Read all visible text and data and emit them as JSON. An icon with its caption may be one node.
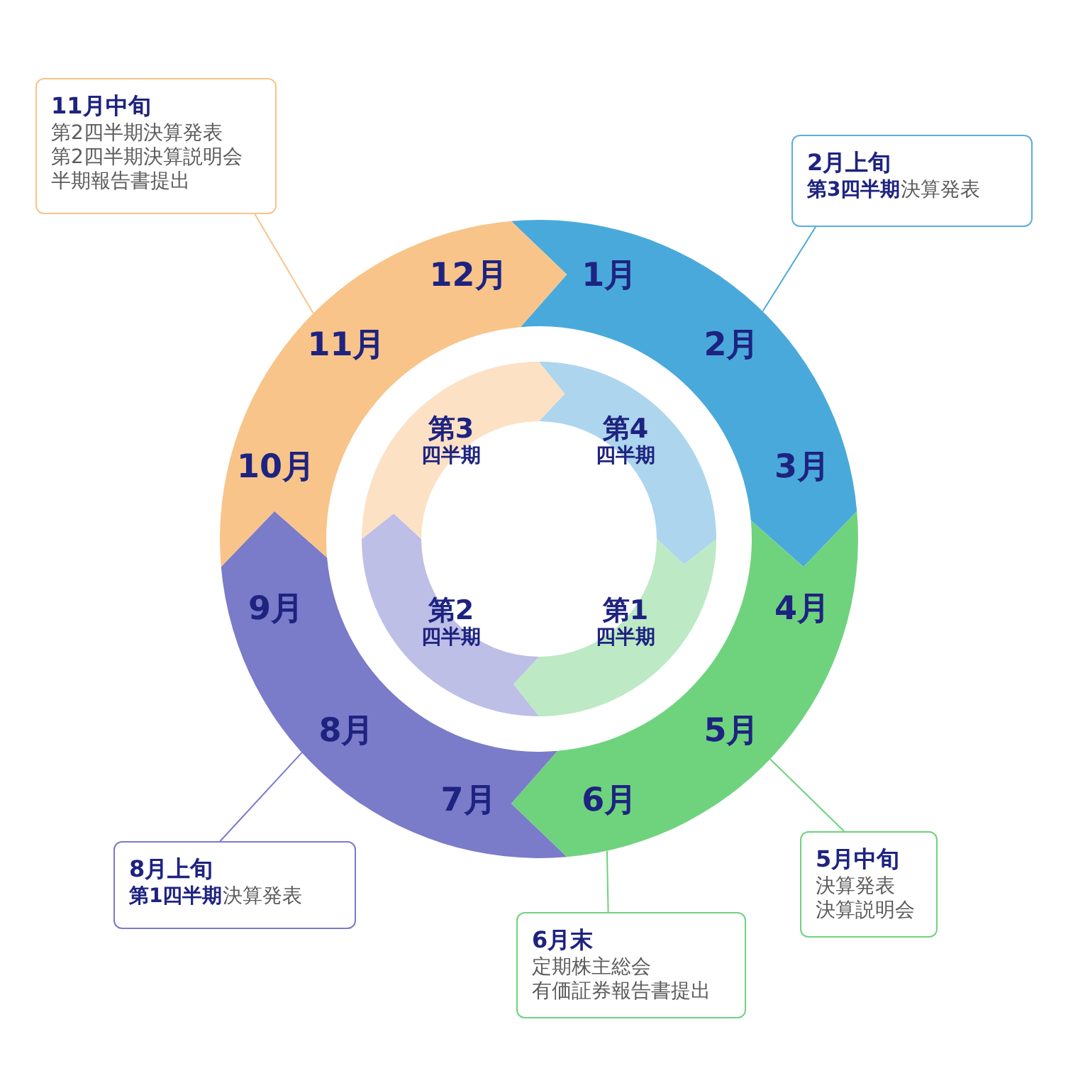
{
  "diagram": {
    "nodes": [
      {
        "text": [
          "11月中旬",
          "第2四半期決算発表",
          "第2四半期決算説明会",
          "半期報告書提出"
        ]
      },
      {
        "text": [
          "2月上旬",
          "**第3四半期**決算発表"
        ]
      },
      {
        "text": [
          "1月",
          "2月",
          "3月"
        ]
      },
      {
        "text": [
          "4月",
          "5月",
          "6月"
        ]
      },
      {
        "text": [
          "7月",
          "8月",
          "9月"
        ]
      },
      {
        "text": [
          "10月",
          "11月",
          "12月"
        ]
      },
      {
        "text": [
          "第4",
          "四半期"
        ]
      },
      {
        "text": [
          "第1",
          "四半期"
        ]
      },
      {
        "text": [
          "第2",
          "四半期"
        ]
      },
      {
        "text": [
          "第3",
          "四半期"
        ]
      },
      {
        "text": [
          "5月中旬",
          "決算発表",
          "決算説明会"
        ]
      },
      {
        "text": [
          "8月上旬",
          "**第1四半期**決算発表"
        ]
      },
      {
        "text": [
          "6月末",
          "定期株主総会",
          "有価証券報告書提出"
        ]
      }
    ],
    "edges": [
      {
        "from": 0,
        "to": 5,
        "arrow": "none",
        "color": "#f8c48a"
      },
      {
        "from": 1,
        "to": 2,
        "arrow": "none",
        "color": "#4aa9db"
      },
      {
        "from": 10,
        "to": 3,
        "arrow": "none",
        "color": "#6fd37e"
      },
      {
        "from": 11,
        "to": 4,
        "arrow": "none",
        "color": "#7a7bc9"
      },
      {
        "from": 12,
        "to": 3,
        "arrow": "none",
        "color": "#6fd37e"
      }
    ]
  }
}
